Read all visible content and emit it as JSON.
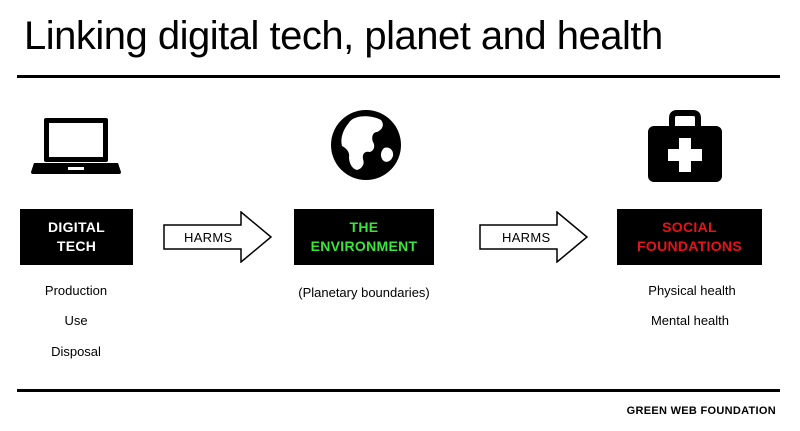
{
  "title": "Linking digital tech, planet and health",
  "columns": [
    {
      "icon": "laptop-icon",
      "label_line1": "DIGITAL",
      "label_line2": "TECH",
      "label_color": "#ffffff",
      "items": [
        "Production",
        "Use",
        "Disposal"
      ]
    },
    {
      "icon": "globe-icon",
      "label_line1": "THE",
      "label_line2": "ENVIRONMENT",
      "label_color": "#39e639",
      "items": [
        "(Planetary boundaries)"
      ]
    },
    {
      "icon": "medical-kit-icon",
      "label_line1": "SOCIAL",
      "label_line2": "FOUNDATIONS",
      "label_color": "#e8131a",
      "items": [
        "Physical health",
        "Mental health"
      ]
    }
  ],
  "arrows": [
    {
      "label": "HARMS"
    },
    {
      "label": "HARMS"
    }
  ],
  "footer": "GREEN WEB FOUNDATION"
}
